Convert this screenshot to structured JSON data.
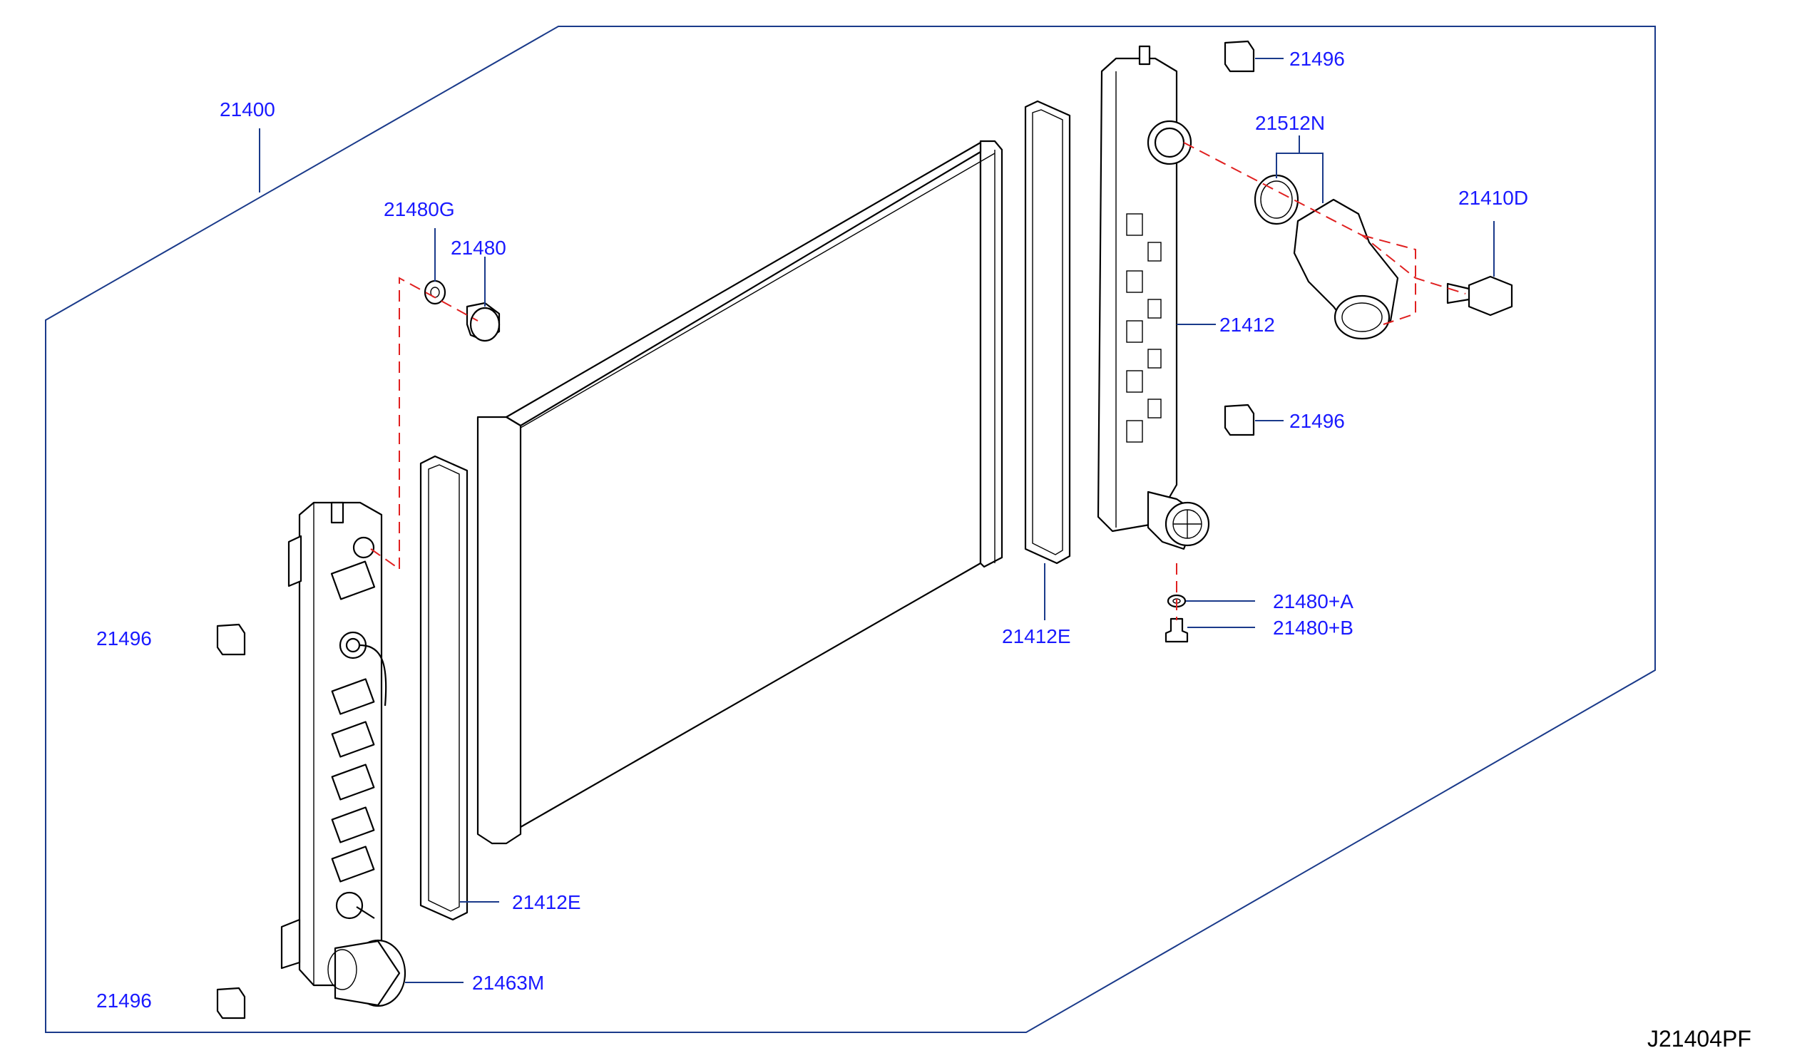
{
  "diagram_code": "J21404PF",
  "callouts": {
    "assembly": "21400",
    "washer_top": "21480G",
    "drain_plug_top": "21480",
    "cushion_top_right": "21496",
    "gasket_set": "21512N",
    "bolt": "21410D",
    "right_tank": "21412",
    "cushion_mid_right": "21496",
    "seal_right": "21412E",
    "washer_a": "21480+A",
    "plug_b": "21480+B",
    "cushion_left_upper": "21496",
    "seal_left": "21412E",
    "filler_cap": "21463M",
    "cushion_left_lower": "21496"
  },
  "colors": {
    "label": "#1a1aff",
    "frame": "#1a3a8a",
    "dashed_guide": "#e02020",
    "line_art": "#000000"
  }
}
